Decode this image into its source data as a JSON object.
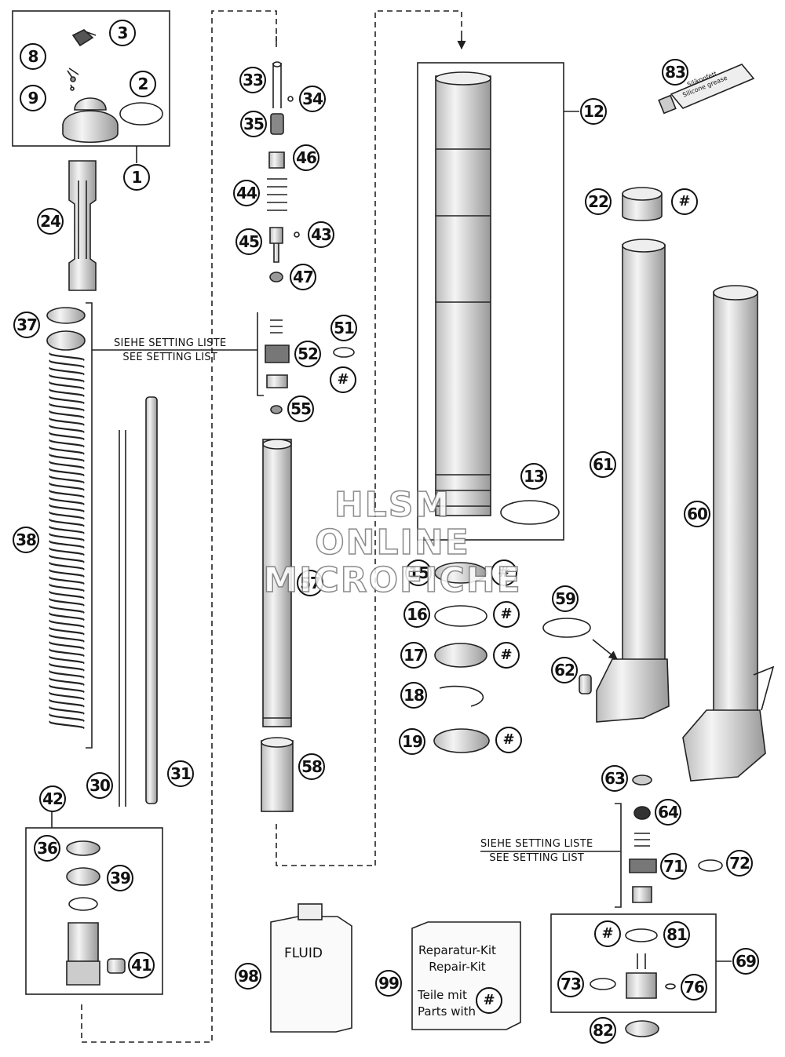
{
  "parts": [
    {
      "id": "1",
      "text": "1"
    },
    {
      "id": "2",
      "text": "2"
    },
    {
      "id": "3",
      "text": "3"
    },
    {
      "id": "8",
      "text": "8"
    },
    {
      "id": "9",
      "text": "9"
    },
    {
      "id": "12",
      "text": "12"
    },
    {
      "id": "13",
      "text": "13"
    },
    {
      "id": "15",
      "text": "15"
    },
    {
      "id": "16",
      "text": "16"
    },
    {
      "id": "17",
      "text": "17"
    },
    {
      "id": "18",
      "text": "18"
    },
    {
      "id": "19",
      "text": "19"
    },
    {
      "id": "22",
      "text": "22"
    },
    {
      "id": "24",
      "text": "24"
    },
    {
      "id": "30",
      "text": "30"
    },
    {
      "id": "31",
      "text": "31"
    },
    {
      "id": "33",
      "text": "33"
    },
    {
      "id": "34",
      "text": "34"
    },
    {
      "id": "35",
      "text": "35"
    },
    {
      "id": "36",
      "text": "36"
    },
    {
      "id": "37",
      "text": "37"
    },
    {
      "id": "38",
      "text": "38"
    },
    {
      "id": "39",
      "text": "39"
    },
    {
      "id": "41",
      "text": "41"
    },
    {
      "id": "42",
      "text": "42"
    },
    {
      "id": "43",
      "text": "43"
    },
    {
      "id": "44",
      "text": "44"
    },
    {
      "id": "45",
      "text": "45"
    },
    {
      "id": "46",
      "text": "46"
    },
    {
      "id": "47",
      "text": "47"
    },
    {
      "id": "51",
      "text": "51"
    },
    {
      "id": "52",
      "text": "52"
    },
    {
      "id": "55",
      "text": "55"
    },
    {
      "id": "57",
      "text": "57"
    },
    {
      "id": "58",
      "text": "58"
    },
    {
      "id": "59",
      "text": "59"
    },
    {
      "id": "60",
      "text": "60"
    },
    {
      "id": "61",
      "text": "61"
    },
    {
      "id": "62",
      "text": "62"
    },
    {
      "id": "63",
      "text": "63"
    },
    {
      "id": "64",
      "text": "64"
    },
    {
      "id": "69",
      "text": "69"
    },
    {
      "id": "71",
      "text": "71"
    },
    {
      "id": "72",
      "text": "72"
    },
    {
      "id": "73",
      "text": "73"
    },
    {
      "id": "76",
      "text": "76"
    },
    {
      "id": "81",
      "text": "81"
    },
    {
      "id": "82",
      "text": "82"
    },
    {
      "id": "83",
      "text": "83"
    },
    {
      "id": "98",
      "text": "98"
    },
    {
      "id": "99",
      "text": "99"
    }
  ],
  "hash_marker": "#",
  "setting_note": {
    "line1": "SIEHE SETTING LISTE",
    "line2": "SEE SETTING LIST"
  },
  "fluid_label": "FLUID",
  "repair_kit": {
    "line1": "Reparatur-Kit",
    "line2": "Repair-Kit",
    "line3": "Teile mit",
    "line4": "Parts with"
  },
  "grease_tube": {
    "line1": "Silikonfett",
    "line2": "Silicone grease"
  },
  "watermark": {
    "line1": "HLSM",
    "line2": "ONLINE",
    "line3": "MICROFICHE"
  }
}
